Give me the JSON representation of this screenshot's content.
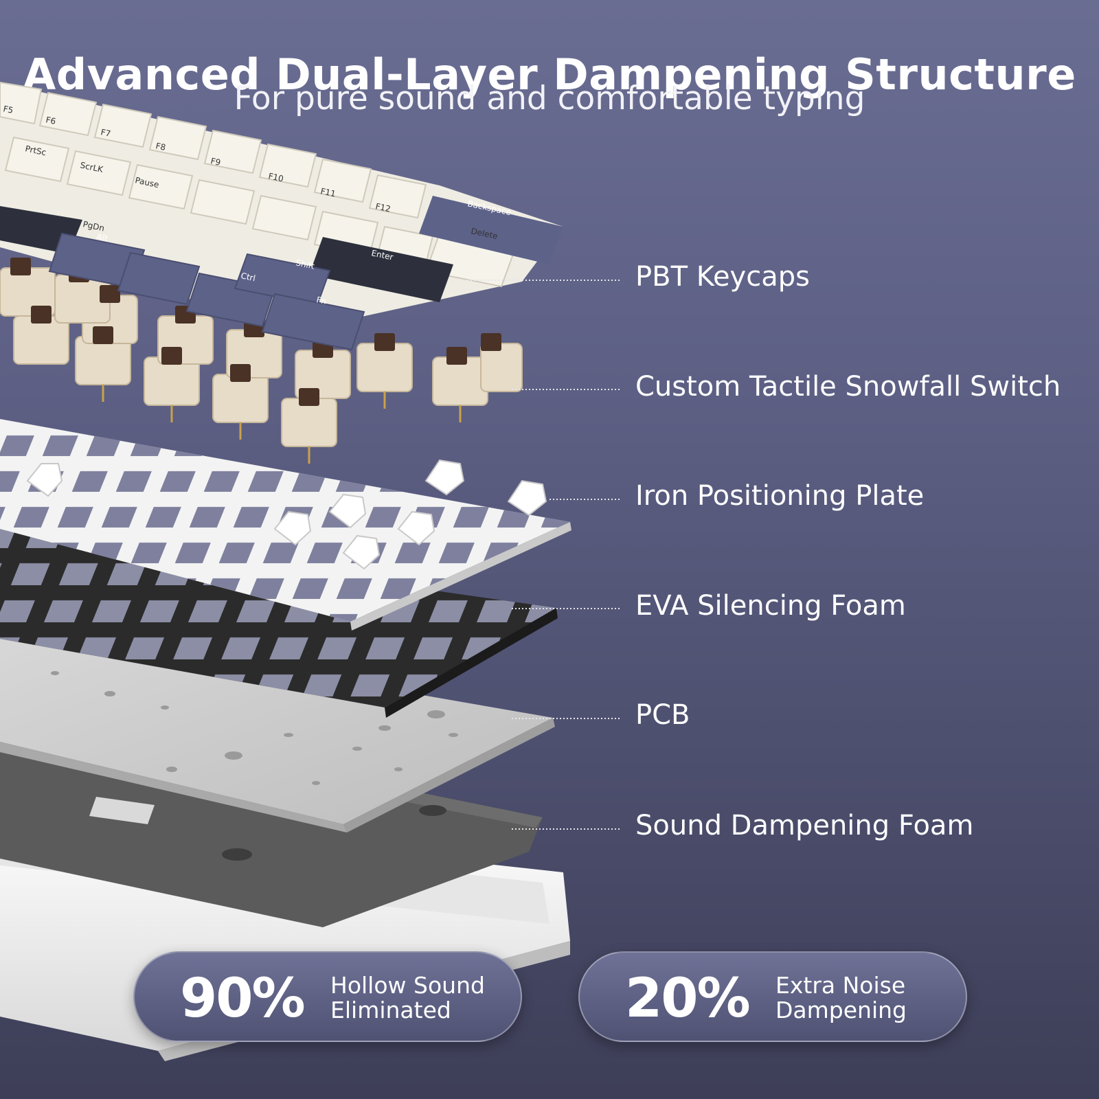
{
  "header": {
    "title": "Advanced Dual-Layer Dampening Structure",
    "subtitle": "For pure sound and comfortable typing"
  },
  "keycap_legends": [
    "F5",
    "F6",
    "F7",
    "F8",
    "F9",
    "F10",
    "F11",
    "F12",
    "PrtSc",
    "ScrLK",
    "Pause",
    "PgDn",
    "Backspace",
    "Delete",
    "Enter",
    "Shift",
    "Alt",
    "Ctrl",
    "Fn"
  ],
  "layers": [
    {
      "label": "PBT Keycaps"
    },
    {
      "label": "Custom Tactile Snowfall Switch"
    },
    {
      "label": "Iron Positioning Plate"
    },
    {
      "label": "EVA Silencing Foam"
    },
    {
      "label": "PCB"
    },
    {
      "label": "Sound Dampening Foam"
    }
  ],
  "stats": [
    {
      "value": "90%",
      "line1": "Hollow Sound",
      "line2": "Eliminated"
    },
    {
      "value": "20%",
      "line1": "Extra Noise",
      "line2": "Dampening"
    }
  ],
  "colors": {
    "background_top": "#6a6d92",
    "background_bottom": "#3d3e57",
    "keycap_white": "#efece3",
    "keycap_blue": "#5d6289",
    "keycap_dark": "#2d303c",
    "switch_housing": "#e7dcc8",
    "switch_stem": "#4a3226",
    "plate": "#f2f2f2",
    "eva_foam": "#2b2b2b",
    "pcb": "#cfcfcf",
    "dampening_foam": "#5a5a5a",
    "case": "#f4f4f4"
  }
}
